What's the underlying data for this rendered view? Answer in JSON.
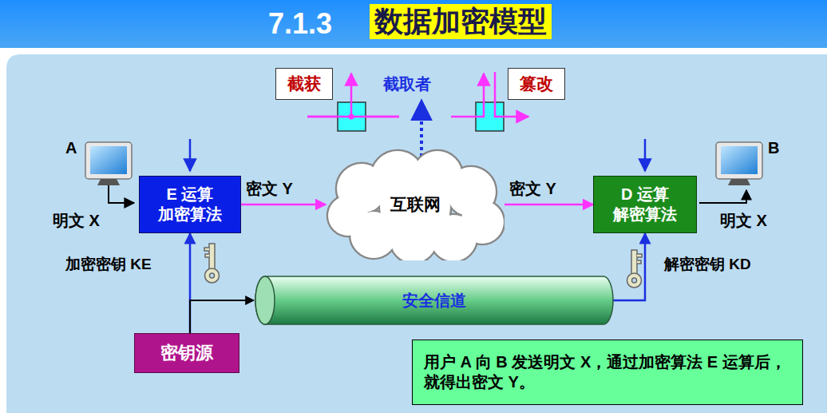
{
  "diagram": {
    "title": "数据加密模型",
    "nodes": [
      {
        "text": [
          "截获"
        ]
      },
      {
        "text": [
          "篡改"
        ]
      },
      {
        "text": [
          "E 运算 加密算法"
        ]
      },
      {
        "text": [
          "互联网"
        ]
      },
      {
        "text": [
          "D 运算 解密算法"
        ]
      },
      {
        "text": [
          "安全信道"
        ]
      },
      {
        "text": [
          "密钥源"
        ]
      },
      {
        "text": [
          "用户 A 向 B 发送明文 X，通过加密算法 E 运算后，就得出密文 Y。"
        ]
      }
    ],
    "edges": [
      {
        "from": 2,
        "to": 3,
        "label": "密文 Y",
        "arrow": "to"
      },
      {
        "from": 3,
        "to": 4,
        "label": "密文 Y",
        "arrow": "to"
      },
      {
        "from": 6,
        "to": 2,
        "arrow": "to"
      },
      {
        "from": 6,
        "to": 5,
        "arrow": "to"
      },
      {
        "from": 5,
        "to": 4,
        "arrow": "to"
      }
    ],
    "labels": [
      "7.1.3",
      "截取者",
      "A",
      "明文 X",
      "加密密钥 KE",
      "B",
      "明文 X",
      "解密密钥 KD"
    ]
  }
}
